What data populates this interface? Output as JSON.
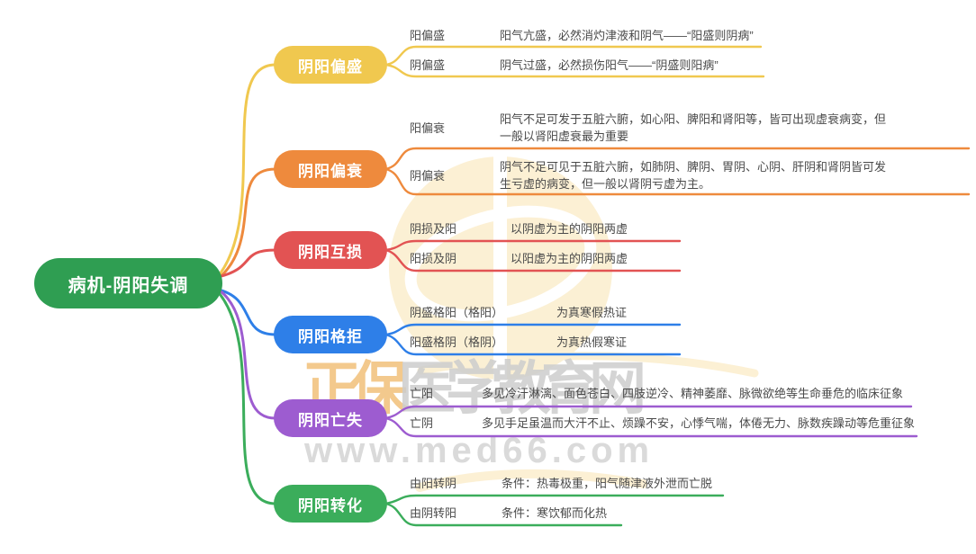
{
  "root": {
    "label": "病机-阴阳失调",
    "color": "#2F9E52"
  },
  "watermark": {
    "brand_primary": "正保",
    "brand_secondary": "医学教育网",
    "url": "www.med66.com",
    "logo_color": "#F6D88F"
  },
  "branches": [
    {
      "label": "阴阳偏盛",
      "color": "#F0C84F",
      "children": [
        {
          "term": "阳偏盛",
          "desc": "阳气亢盛，必然消灼津液和阴气——“阳盛则阴病”"
        },
        {
          "term": "阴偏盛",
          "desc": "阴气过盛，必然损伤阳气——“阴盛则阳病”"
        }
      ]
    },
    {
      "label": "阴阳偏衰",
      "color": "#EE8A3D",
      "children": [
        {
          "term": "阳偏衰",
          "desc": "阳气不足可发于五脏六腑，如心阳、脾阳和肾阳等，皆可出现虚衰病变，但一般以肾阳虚衰最为重要"
        },
        {
          "term": "阴偏衰",
          "desc": "阴气不足可见于五脏六腑，如肺阴、脾阴、胃阴、心阴、肝阴和肾阴皆可发生亏虚的病变，但一般以肾阴亏虚为主。"
        }
      ]
    },
    {
      "label": "阴阳互损",
      "color": "#E25353",
      "children": [
        {
          "term": "阴损及阳",
          "desc": "以阴虚为主的阴阳两虚"
        },
        {
          "term": "阳损及阴",
          "desc": "以阳虚为主的阴阳两虚"
        }
      ]
    },
    {
      "label": "阴阳格拒",
      "color": "#2E7FE8",
      "children": [
        {
          "term": "阴盛格阳（格阳）",
          "desc": "为真寒假热证"
        },
        {
          "term": "阳盛格阴（格阴）",
          "desc": "为真热假寒证"
        }
      ]
    },
    {
      "label": "阴阳亡失",
      "color": "#9D5CD0",
      "children": [
        {
          "term": "亡阳",
          "desc": "多见冷汗淋漓、面色苍白、四肢逆冷、精神萎靡、脉微欲绝等生命垂危的临床征象"
        },
        {
          "term": "亡阴",
          "desc": "多见手足虽温而大汗不止、烦躁不安，心悸气喘，体倦无力、脉数疾躁动等危重征象"
        }
      ]
    },
    {
      "label": "阴阳转化",
      "color": "#3BAD5B",
      "children": [
        {
          "term": "由阳转阴",
          "desc": "条件：热毒极重，阳气随津液外泄而亡脱"
        },
        {
          "term": "由阴转阳",
          "desc": "条件：寒饮郁而化热"
        }
      ]
    }
  ]
}
